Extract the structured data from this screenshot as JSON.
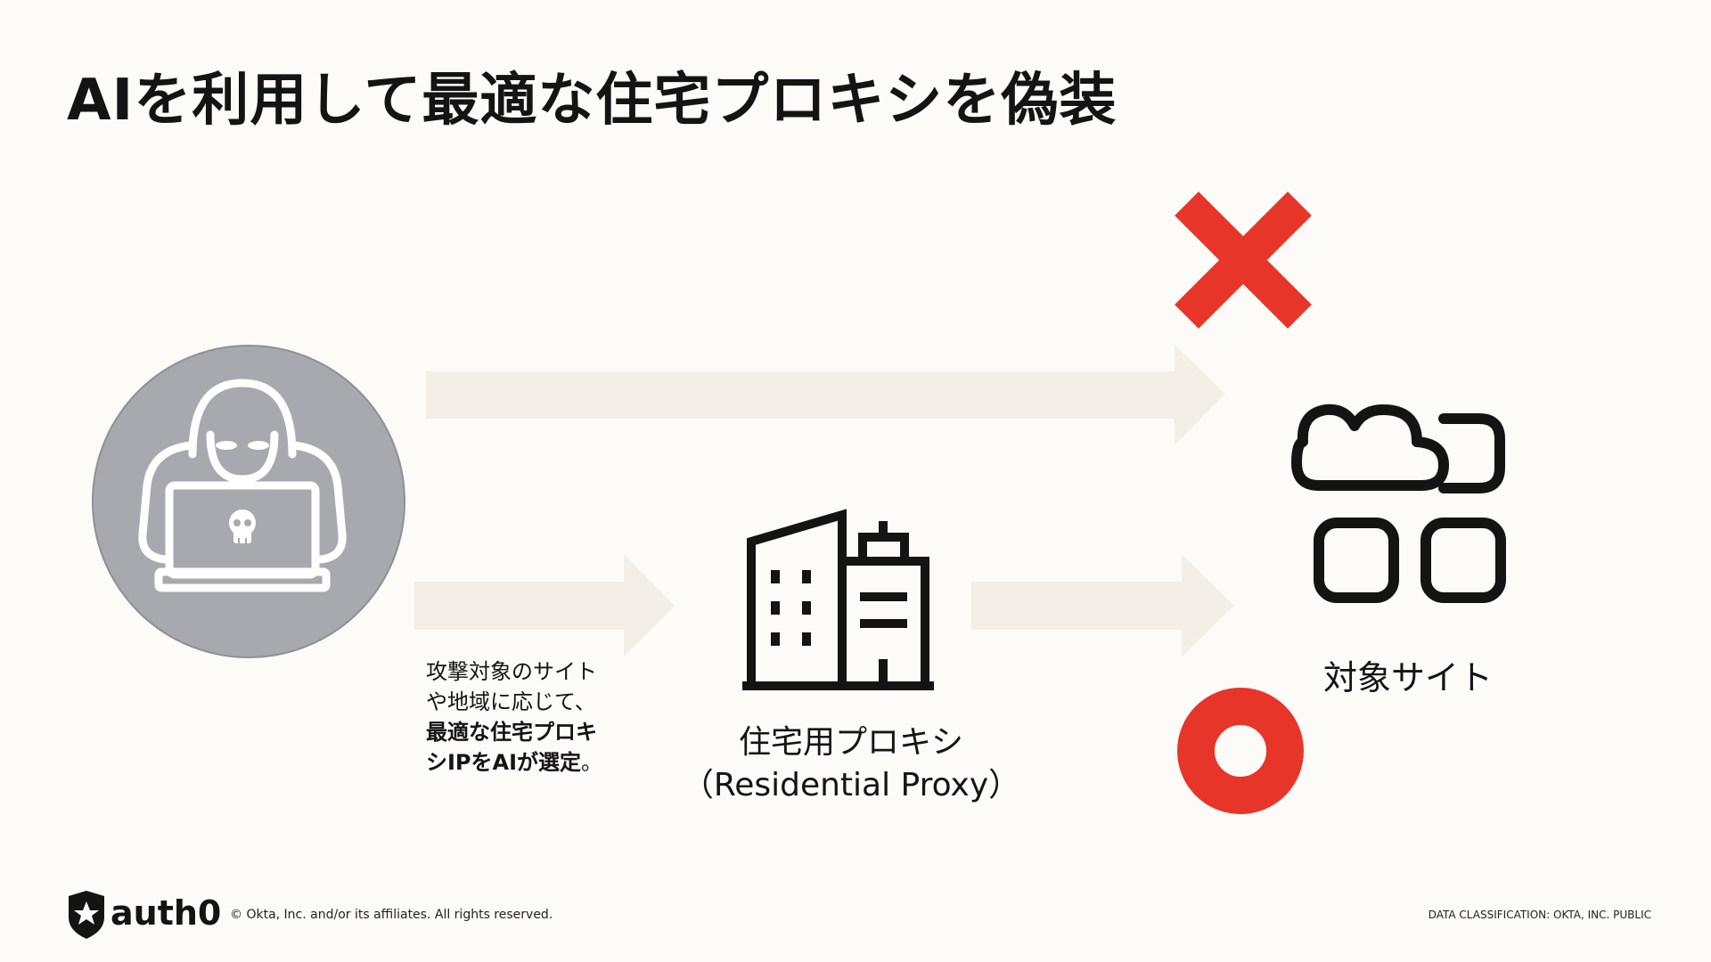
{
  "slide": {
    "title": "AIを利用して最適な住宅プロキシを偽装"
  },
  "caption": {
    "line1": "攻撃対象のサイト",
    "line2": "や地域に応じて、",
    "line3": "最適な住宅プロキ",
    "line4a": "シIPをAIが選定",
    "line4b": "。"
  },
  "proxy": {
    "label_ja": "住宅用プロキシ",
    "label_en": "（Residential Proxy）"
  },
  "target": {
    "label": "対象サイト"
  },
  "icons": {
    "attacker": "hacker-laptop-icon",
    "proxy": "buildings-icon",
    "target": "cloud-apps-icon",
    "blocked": "cross-mark-icon",
    "allowed": "circle-mark-icon"
  },
  "colors": {
    "background": "#FCFBF8",
    "arrow": "#F3EFE6",
    "attacker_circle": "#A7A9AF",
    "mark_red": "#E8352A",
    "icon_dark": "#141414"
  },
  "footer": {
    "logo": "auth0",
    "copyright": "© Okta, Inc. and/or its affiliates. All rights reserved.",
    "classification": "DATA CLASSIFICATION: OKTA, INC. PUBLIC"
  }
}
